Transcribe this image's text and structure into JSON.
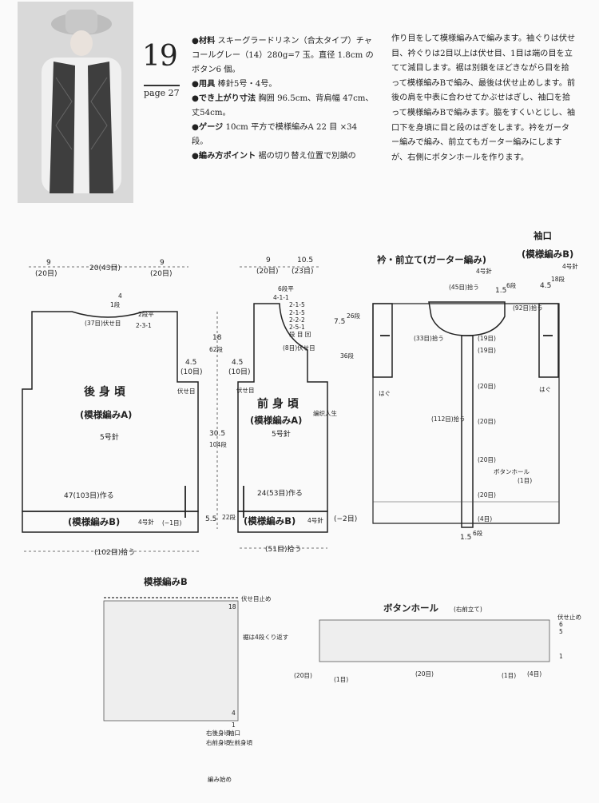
{
  "header": {
    "pattern_number": "19",
    "page_ref": "page 27",
    "materials_label": "●材料",
    "materials_text": "スキーグラードリネン（合太タイプ）チャコールグレー（14）280g=7 玉。直径 1.8cm のボタン6 個。",
    "tools_label": "●用具",
    "tools_text": "棒針5号・4号。",
    "size_label": "●でき上がり寸法",
    "size_text": "胸囲 96.5cm、背肩幅 47cm、丈54cm。",
    "gauge_label": "●ゲージ",
    "gauge_text": "10cm 平方で模様編みA 22 目 ×34 段。",
    "points_label": "●編み方ポイント",
    "points_text": "裾の切り替え位置で別鎖の",
    "description": "作り目をして模様編みAで編みます。袖ぐりは伏せ目、衿ぐりは2目以上は伏せ目、1目は端の目を立てて減目します。裾は別鎖をほどきながら目を拾って模様編みBで編み、最後は伏せ止めします。前後の肩を中表に合わせてかぶせはぎし、袖口を拾って模様編みBで編みます。脇をすくいとじし、袖口下を身頃に目と段のはぎをします。衿をガーター編みで編み、前立てもガーター編みにしますが、右側にボタンホールを作ります。"
  },
  "back": {
    "title": "後 身 頃",
    "pattern": "(模様編みA)",
    "needle": "5号針",
    "dim_shoulder_l": "9",
    "dim_shoulder_l_st": "(20目)",
    "dim_neck": "20(43目)",
    "dim_shoulder_r": "9",
    "dim_shoulder_r_st": "(20目)",
    "neck_4": "4",
    "neck_1": "1段",
    "neck_2": "2段平",
    "neck_231": "2-3-1",
    "bind_37": "(37目)伏せ目",
    "armhole_45": "4.5",
    "armhole_10": "(10目)",
    "armhole_bind": "伏せ目",
    "dim_18": "18",
    "dim_62": "62段",
    "dim_305": "30.5",
    "dim_104": "104段",
    "dim_55": "5.5",
    "dim_22": "22段",
    "cast_on": "47(103目)作る",
    "hem": "(模様編みB)",
    "hem_needle": "4号針",
    "hem_dec": "(−1目)",
    "pickup": "(102目)拾う"
  },
  "front": {
    "title": "前 身 頃",
    "pattern": "(模様編みA)",
    "needle": "5号針",
    "dim_9": "9",
    "dim_9st": "(20目)",
    "dim_105": "10.5",
    "dim_105st": "(23目)",
    "neck_table": [
      "6段平",
      "4-1-1",
      "2-1-5",
      "2-1-5",
      "2-2-2",
      "2-5-1",
      "段 目 回"
    ],
    "dim_75": "7.5",
    "dim_26": "26段",
    "dim_36": "36段",
    "bind_8": "(8目)伏せ目",
    "armhole_45": "4.5",
    "armhole_10": "(10目)",
    "armhole_bind": "伏せ目",
    "cast_on": "24(53目)作る",
    "hem": "(模様編みB)",
    "hem_needle": "4号針",
    "hem_dec": "(−2目)",
    "pickup": "(51目)拾う",
    "watermark": "编织人生"
  },
  "collar": {
    "title": "衿・前立て(ガーター編み)",
    "needle": "4号針",
    "pick45": "(45目)拾う",
    "d15": "1.5",
    "d6": "6段",
    "pick33": "(33目)拾う",
    "c19": "(19目)",
    "pick112": "(112目)拾う",
    "c20a": "(20目)",
    "c20b": "(20目)",
    "c20c": "(20目)",
    "c20d": "(20目)",
    "buttonhole": "ボタンホール",
    "buttonhole_st": "(1目)",
    "c4": "(4目)",
    "b15": "1.5",
    "b6": "6段",
    "seam": "はぐ"
  },
  "cuff": {
    "title": "袖口",
    "pattern": "(模様編みB)",
    "needle": "4号針",
    "d45": "4.5",
    "d18": "18段",
    "pick92": "(92目)拾う",
    "seam": "はぐ"
  },
  "chartB": {
    "title": "模様編みB",
    "bind": "伏せ目止め",
    "repeat": "裾は4段くり返す",
    "rows_label": "18",
    "left_label": "右後身頃",
    "right_label": "右前身頃",
    "cuff_label": "袖口",
    "left_front": "左前身頃",
    "start": "編み始め",
    "row4": "4",
    "row1": "1"
  },
  "buttonholeChart": {
    "title": "ボタンホール",
    "sub": "(右前立て)",
    "bind": "伏せ止め",
    "r6": "6",
    "r5": "5",
    "r1": "1",
    "s20a": "(20目)",
    "s1a": "(1目)",
    "s20b": "(20目)",
    "s1b": "(1目)",
    "s4": "(4目)"
  }
}
